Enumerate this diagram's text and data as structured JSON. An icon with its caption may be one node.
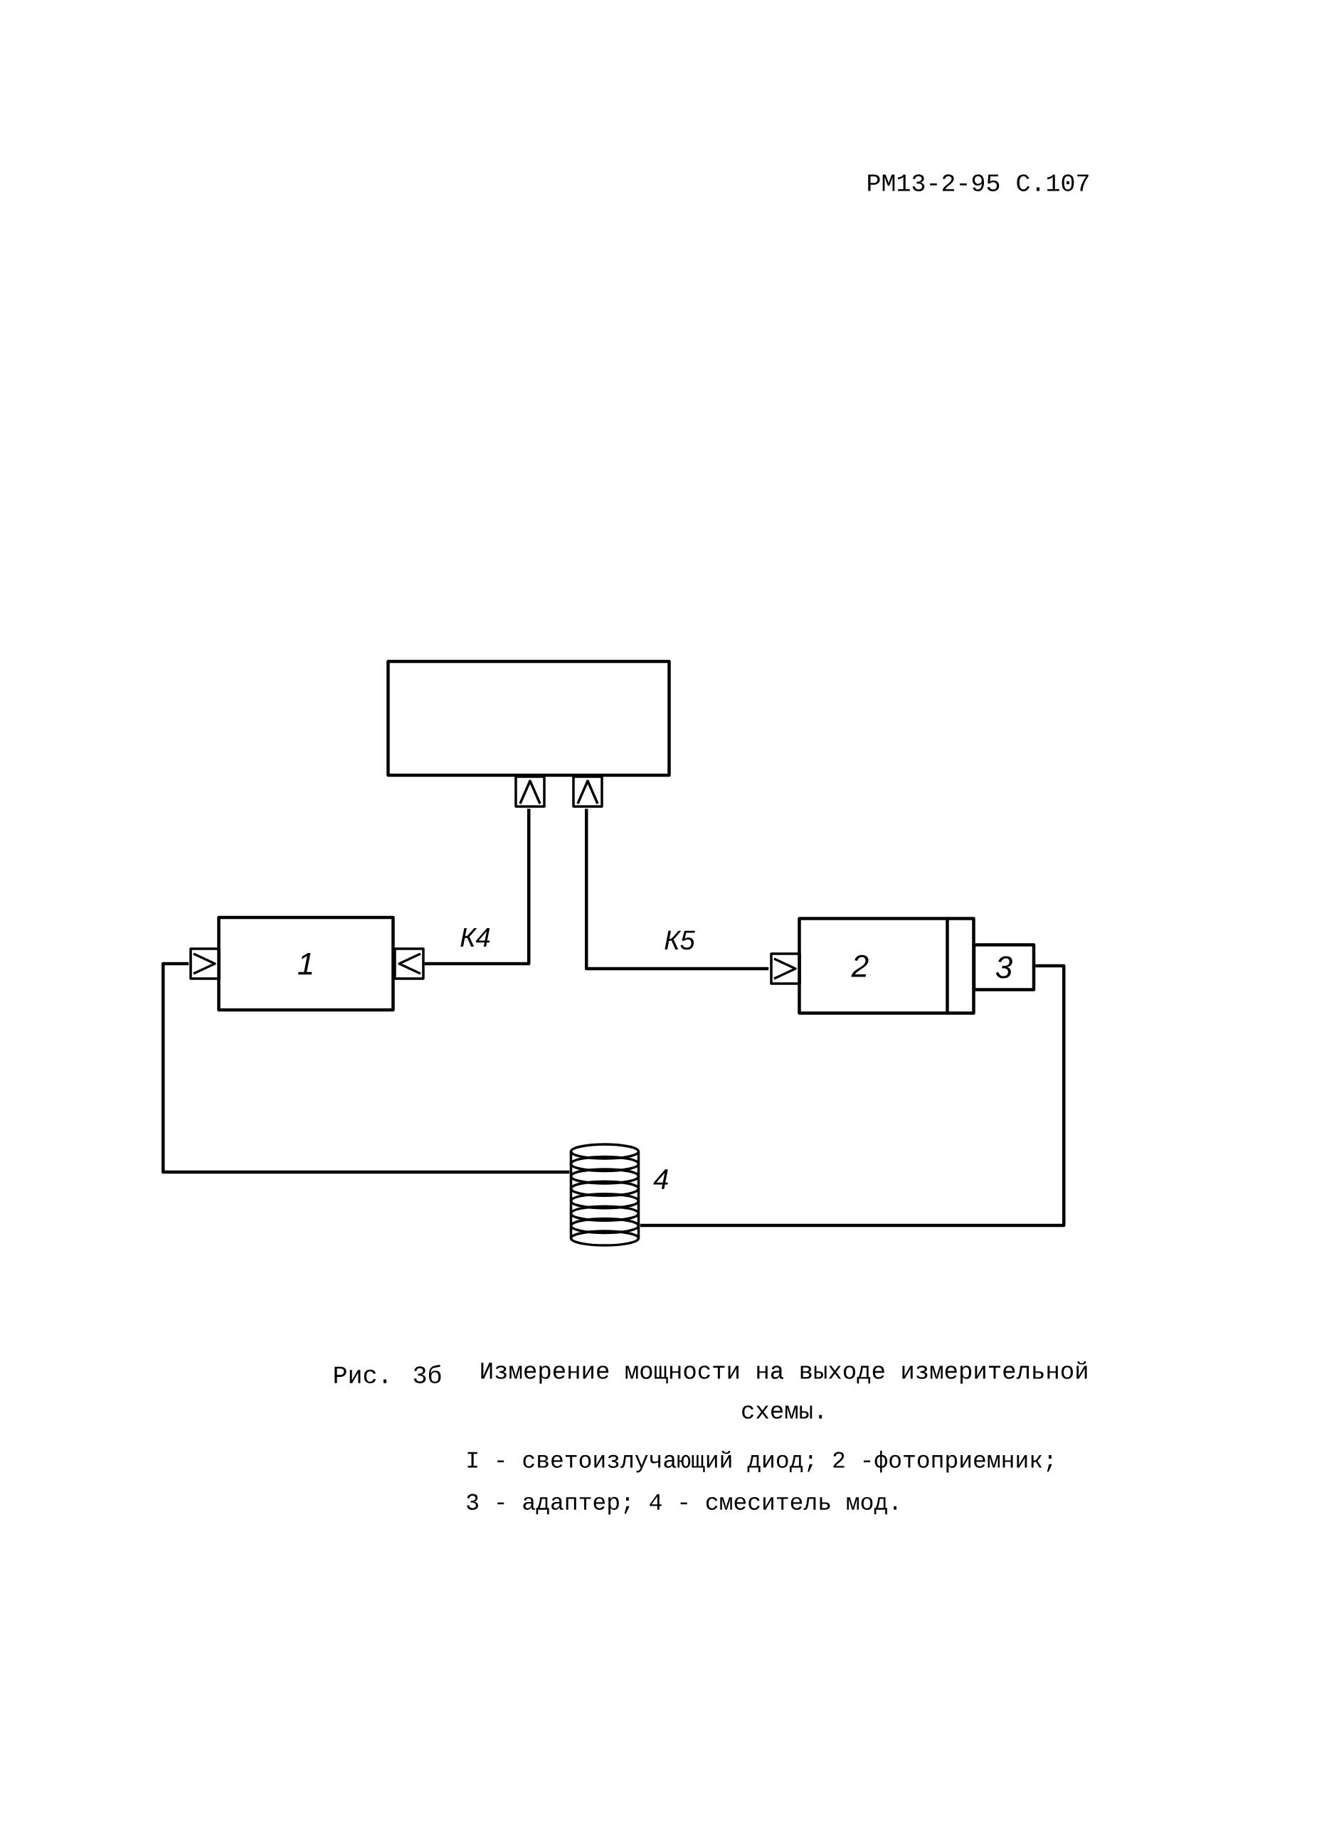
{
  "diagram": {
    "caption": "Измерение мощности на выходе измерительной схемы.",
    "nodes": [
      {
        "text": [],
        "shape": "box"
      },
      {
        "text": [
          "1"
        ]
      },
      {
        "text": [
          "2"
        ]
      },
      {
        "text": [
          "3"
        ]
      },
      {
        "text": [],
        "shape": "cylinder",
        "beside": [
          "4"
        ]
      }
    ],
    "edges": [
      {
        "from": 0,
        "to": 1,
        "arrow": "both",
        "label": "К4"
      },
      {
        "from": 0,
        "to": 2,
        "arrow": "both",
        "label": "К5"
      },
      {
        "from": 4,
        "to": 1,
        "arrow": "to"
      },
      {
        "from": 3,
        "to": 4,
        "arrow": "none"
      }
    ],
    "labels": [
      "РМ13-2-95 С.107",
      "Рис. 3б",
      "I - светоизлучающий диод;  2 -фотоприемник;",
      "3 - адаптер;  4 - смеситель мод."
    ]
  }
}
